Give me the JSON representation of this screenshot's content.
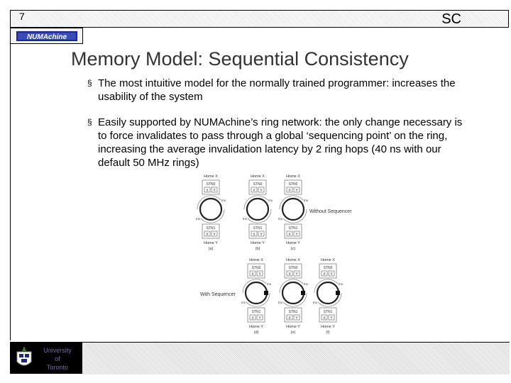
{
  "header": {
    "slide_number": "7",
    "section_tag": "SC",
    "logo_text": "NUMAchine"
  },
  "title": "Memory Model: Sequential Consistency",
  "bullets": [
    "The most intuitive model for the normally trained programmer: increases the usability of the system",
    "Easily supported by NUMAchine’s ring network: the only change necessary is to force invalidates to pass through a global ‘sequencing point’ on the ring, increasing the average invalidation latency by 2 ring hops (40 ns with our default 50 MHz rings)"
  ],
  "bullet_marker": "§",
  "figure": {
    "home_x": "Home X",
    "home_y": "Home Y",
    "stn0": "STN0",
    "stn1": "STN1",
    "cell_x": "X",
    "cell_y": "Y",
    "inv_label": "Inv",
    "without_sequencer": "Without Sequencer",
    "with_sequencer": "With Sequencer",
    "panel_labels": [
      "(a)",
      "(b)",
      "(c)",
      "(d)",
      "(e)",
      "(f)"
    ]
  },
  "footer": {
    "university_lines": [
      "University",
      "of",
      "Toronto"
    ]
  }
}
